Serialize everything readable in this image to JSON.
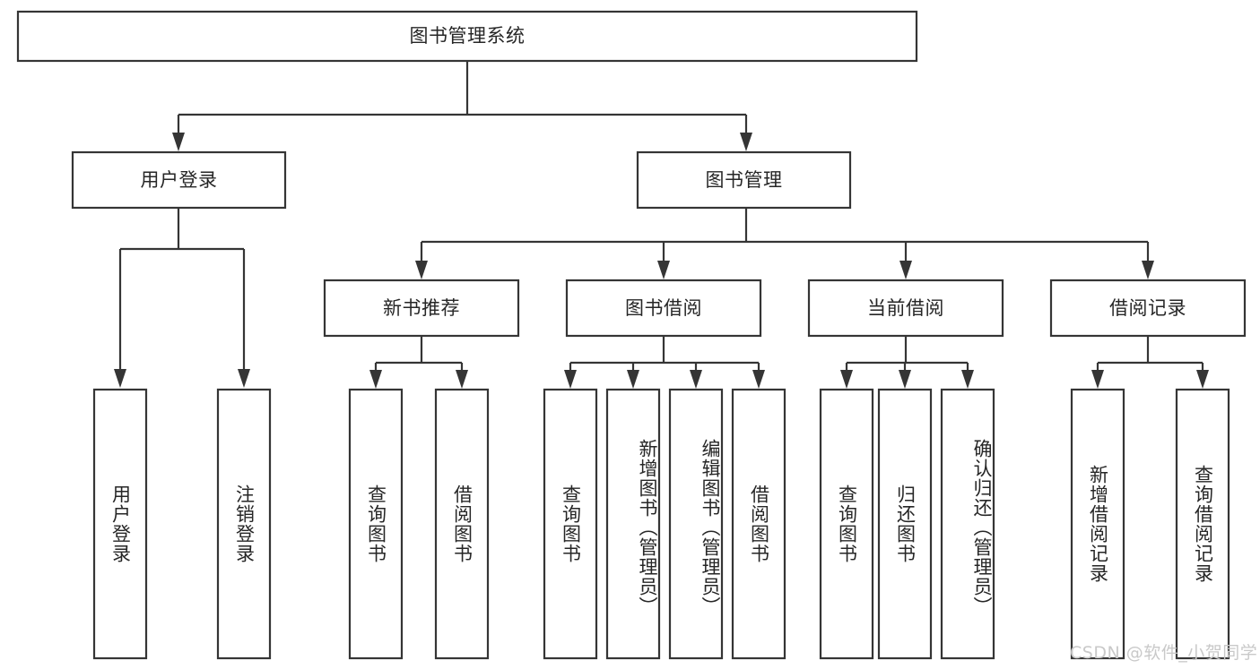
{
  "diagram": {
    "type": "tree-hierarchy",
    "title": "图书管理系统",
    "watermark": "CSDN @软件_小贺同学",
    "colors": {
      "box_stroke": "#353535",
      "box_fill": "#ffffff",
      "text": "#262626",
      "watermark": "#c9c9c9",
      "background": "#ffffff"
    },
    "nodes": {
      "root": {
        "label": "图书管理系统",
        "orient": "horizontal"
      },
      "level2": [
        {
          "label": "用户登录",
          "orient": "horizontal"
        },
        {
          "label": "图书管理",
          "orient": "horizontal"
        }
      ],
      "level3": [
        {
          "label": "新书推荐",
          "orient": "horizontal"
        },
        {
          "label": "图书借阅",
          "orient": "horizontal"
        },
        {
          "label": "当前借阅",
          "orient": "horizontal"
        },
        {
          "label": "借阅记录",
          "orient": "horizontal"
        }
      ],
      "leaves": [
        {
          "label": "用户登录",
          "parent": "用户登录",
          "orient": "vertical"
        },
        {
          "label": "注销登录",
          "parent": "用户登录",
          "orient": "vertical"
        },
        {
          "label": "查询图书",
          "parent": "新书推荐",
          "orient": "vertical"
        },
        {
          "label": "借阅图书",
          "parent": "新书推荐",
          "orient": "vertical"
        },
        {
          "label": "查询图书",
          "parent": "图书借阅",
          "orient": "vertical"
        },
        {
          "label": "新增图书（管理员）",
          "parent": "图书借阅",
          "orient": "vertical"
        },
        {
          "label": "编辑图书（管理员）",
          "parent": "图书借阅",
          "orient": "vertical"
        },
        {
          "label": "借阅图书",
          "parent": "图书借阅",
          "orient": "vertical"
        },
        {
          "label": "查询图书",
          "parent": "当前借阅",
          "orient": "vertical"
        },
        {
          "label": "归还图书",
          "parent": "当前借阅",
          "orient": "vertical"
        },
        {
          "label": "确认归还（管理员）",
          "parent": "当前借阅",
          "orient": "vertical"
        },
        {
          "label": "新增借阅记录",
          "parent": "借阅记录",
          "orient": "vertical"
        },
        {
          "label": "查询借阅记录",
          "parent": "借阅记录",
          "orient": "vertical"
        }
      ]
    }
  }
}
